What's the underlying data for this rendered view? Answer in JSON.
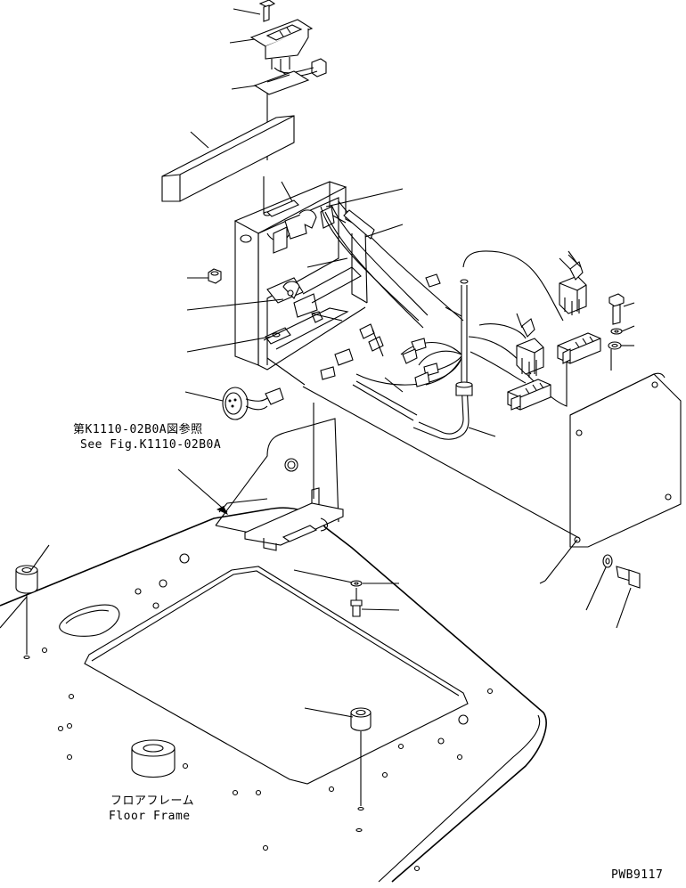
{
  "diagram": {
    "figure_number": "PWB9117",
    "reference_note": {
      "japanese": "第K1110-02B0A図参照",
      "english": "See Fig.K1110-02B0A"
    },
    "floor_frame": {
      "japanese": "フロアフレーム",
      "english": "Floor Frame"
    }
  }
}
